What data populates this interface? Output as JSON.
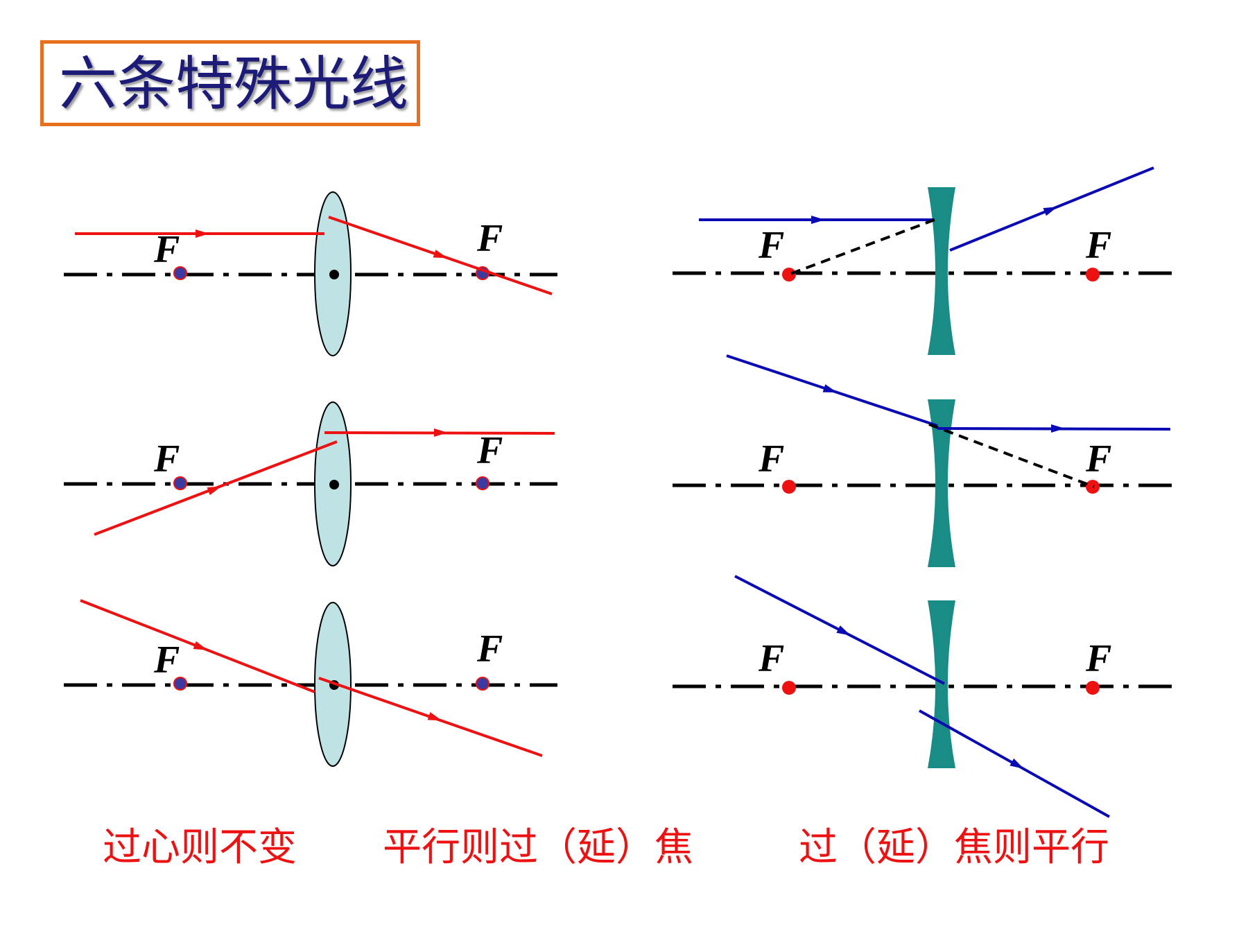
{
  "title": "六条特殊光线",
  "captions": [
    "过心则不变",
    "平行则过（延）焦",
    "过（延）焦则平行"
  ],
  "focus_label": "F",
  "colors": {
    "title_border": "#e8701e",
    "title_text": "#1c1c78",
    "caption": "#ee1111",
    "convex_ray": "#ee1111",
    "concave_ray": "#0a0ab4",
    "convex_lens_fill": "#bfe2e4",
    "concave_lens_fill": "#1a8c86",
    "focus_point_convex": "#3a3aa0",
    "focus_point_concave": "#ee1111"
  },
  "icons": [
    "convex-lens-icon",
    "concave-lens-icon",
    "arrow-head-icon",
    "focal-point-icon"
  ]
}
